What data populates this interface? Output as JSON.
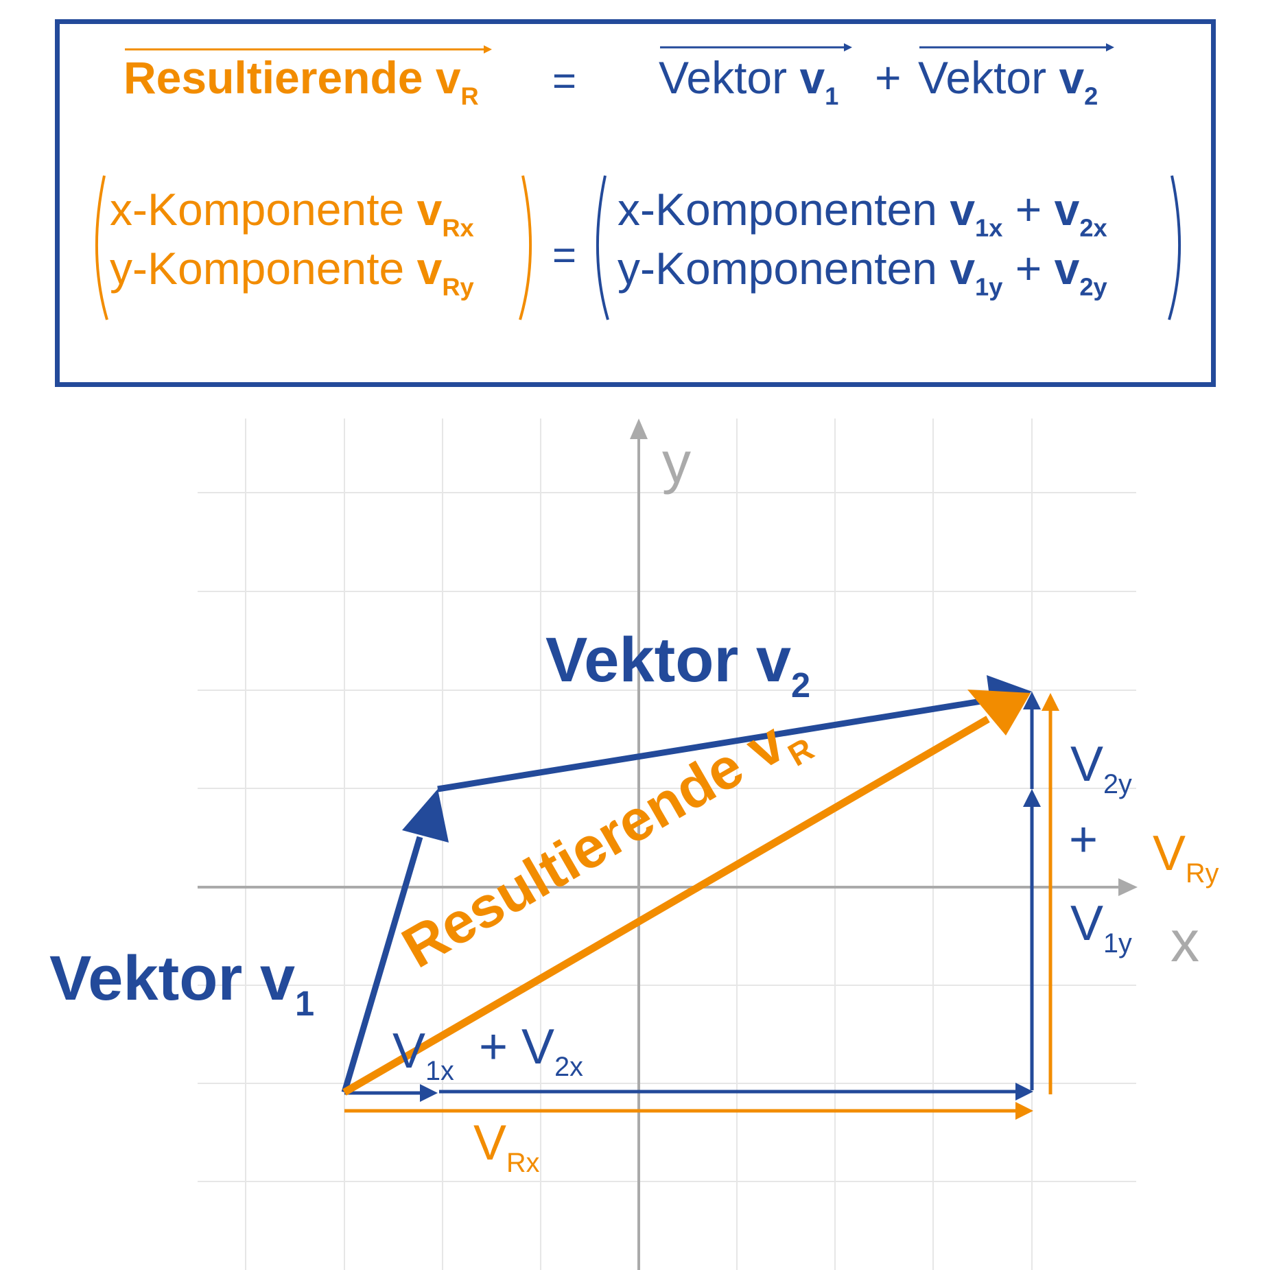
{
  "formula": {
    "line1": {
      "lhs_word": "Resultierende ",
      "lhs_symbol": "v",
      "lhs_sub": "R",
      "equals": "=",
      "v1_word": "Vektor ",
      "v1_symbol": "v",
      "v1_sub": "1",
      "plus": "+",
      "v2_word": "Vektor ",
      "v2_symbol": "v",
      "v2_sub": "2"
    },
    "matrix_left": {
      "row1_text": "x-Komponente ",
      "row1_symbol": "v",
      "row1_sub": "Rx",
      "row2_text": "y-Komponente ",
      "row2_symbol": "v",
      "row2_sub": "Ry"
    },
    "equals2": "=",
    "matrix_right": {
      "row1_text": "x-Komponenten ",
      "row1_sym_a": "v",
      "row1_sub_a": "1x",
      "row1_plus": " + ",
      "row1_sym_b": "v",
      "row1_sub_b": "2x",
      "row2_text": "y-Komponenten ",
      "row2_sym_a": "v",
      "row2_sub_a": "1y",
      "row2_plus": " + ",
      "row2_sym_b": "v",
      "row2_sub_b": "2y"
    }
  },
  "diagram": {
    "axis_x_label": "x",
    "axis_y_label": "y",
    "vector1_label": "Vektor v",
    "vector1_sub": "1",
    "vector2_label": "Vektor v",
    "vector2_sub": "2",
    "resultant_label": "Resultierende v",
    "resultant_sub": "R",
    "v1x_main": "V",
    "v1x_sub": "1x",
    "v2x_plus": "+ V",
    "v2x_sub": "2x",
    "vRx_main": "V",
    "vRx_sub": "Rx",
    "v2y_main": "V",
    "v2y_sub": "2y",
    "y_plus": "+",
    "v1y_main": "V",
    "v1y_sub": "1y",
    "vRy_main": "V",
    "vRy_sub": "Ry"
  },
  "colors": {
    "blue": "#234a9a",
    "orange": "#f28c00",
    "axis_grey": "#aaaaaa",
    "grid": "#e6e6e6"
  }
}
